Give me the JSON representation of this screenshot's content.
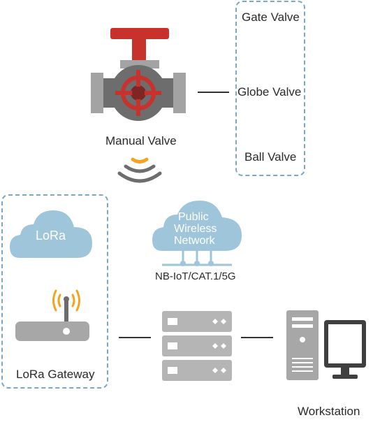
{
  "valve": {
    "label": "Manual Valve"
  },
  "valve_types": {
    "items": [
      "Gate Valve",
      "Globe Valve",
      "Ball Valve"
    ]
  },
  "lora": {
    "cloud_label": "LoRa",
    "gateway_label": "LoRa Gateway"
  },
  "network": {
    "cloud_lines": [
      "Public",
      "Wireless",
      "Network"
    ],
    "protocols": "NB-IoT/CAT.1/5G"
  },
  "workstation": {
    "label": "Workstation"
  },
  "colors": {
    "valve_body": "#6d6d6d",
    "valve_light": "#a3a3a3",
    "valve_red": "#c8322c",
    "dashed_border": "#79a9c6",
    "cloud": "#9ec5d9",
    "device_gray": "#a7a7a7",
    "signal_orange": "#f2a41e",
    "server_gray": "#b5b5b5",
    "pc_dark": "#3f3f3f"
  }
}
